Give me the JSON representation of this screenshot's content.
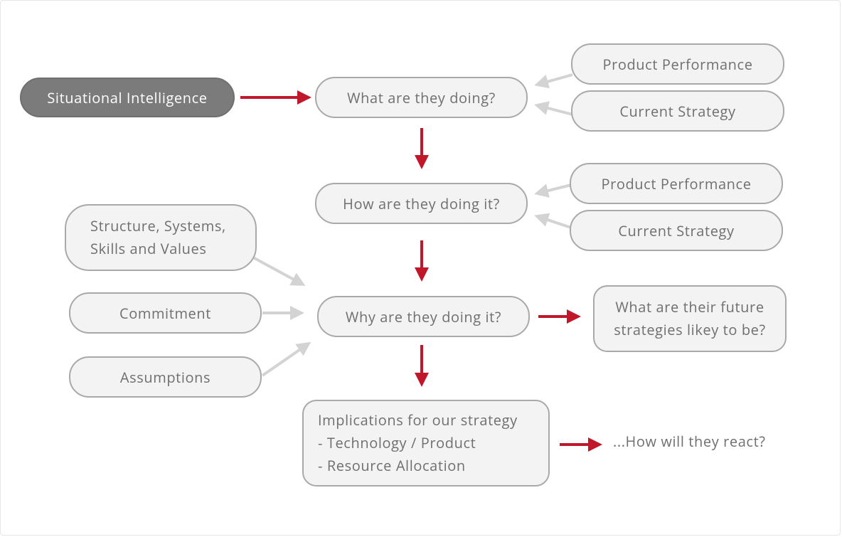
{
  "nodes": {
    "situational_intelligence": "Situational Intelligence",
    "what_doing": "What are they doing?",
    "how_doing": "How are they doing it?",
    "why_doing": "Why are they doing it?",
    "product_performance_1": "Product Performance",
    "current_strategy_1": "Current Strategy",
    "product_performance_2": "Product Performance",
    "current_strategy_2": "Current Strategy",
    "structure_line1": "Structure, Systems,",
    "structure_line2": "Skills and Values",
    "commitment": "Commitment",
    "assumptions": "Assumptions",
    "future_line1": "What are their future",
    "future_line2": "strategies likey to be?",
    "implications_line1": "Implications for our strategy",
    "implications_line2": "- Technology / Product",
    "implications_line3": "- Resource Allocation",
    "react": "...How will they react?"
  },
  "colors": {
    "primary_arrow": "#c0182a",
    "secondary_arrow": "#d3d3d3",
    "node_fill": "#f3f3f3",
    "node_border": "#a9a9a9",
    "dark_node_fill": "#7b7b7b",
    "text": "#6f6f6f"
  }
}
